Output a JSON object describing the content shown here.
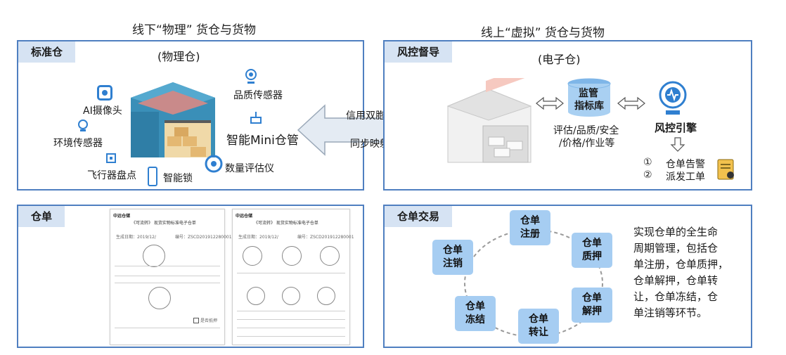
{
  "headers": {
    "offline": "线下“物理” 货仓与货物",
    "online": "线上“虚拟” 货仓与货物"
  },
  "standard_warehouse": {
    "tab": "标准仓",
    "subtitle": "(物理仓)",
    "labels": {
      "ai_camera": "AI摄像头",
      "quality_sensor": "品质传感器",
      "env_sensor": "环境传感器",
      "smart_mini": "智能Mini仓管",
      "drone": "飞行器盘点",
      "smart_lock": "智能锁",
      "quantity_meter": "数量评估仪"
    }
  },
  "bridge": {
    "top": "信用双胞胎",
    "bottom": "同步映射"
  },
  "risk_control": {
    "tab": "风控督导",
    "subtitle": "(电子仓)",
    "db_label_1": "监管",
    "db_label_2": "指标库",
    "metrics_1": "评估/品质/安全",
    "metrics_2": "/价格/作业等",
    "engine": "风控引擎",
    "alerts": [
      {
        "num": "①",
        "text": "仓单告警"
      },
      {
        "num": "②",
        "text": "派发工单"
      }
    ]
  },
  "receipt": {
    "tab": "仓单",
    "doc1": {
      "brand": "中远仓储",
      "title": "《可流转》 现货实物标准电子仓单",
      "date_label": "生成日期：2019/12/",
      "number": "编号：ZSCD201912280001",
      "checkbox": "是否抵押"
    },
    "doc2": {
      "brand": "中远仓储",
      "title": "《可流转》 现货实物标准电子仓单",
      "date_label": "生成日期：2019/12/",
      "number": "编号：ZSCD201912280001"
    }
  },
  "trade": {
    "tab": "仓单交易",
    "nodes": [
      {
        "l1": "仓单",
        "l2": "注册"
      },
      {
        "l1": "仓单",
        "l2": "质押"
      },
      {
        "l1": "仓单",
        "l2": "解押"
      },
      {
        "l1": "仓单",
        "l2": "转让"
      },
      {
        "l1": "仓单",
        "l2": "冻结"
      },
      {
        "l1": "仓单",
        "l2": "注销"
      }
    ],
    "description": [
      "实现仓单的全生命",
      "周期管理，包括仓",
      "单注册，仓单质押，",
      "仓单解押，仓单转",
      "让，仓单冻结，仓",
      "单注销等环节。"
    ]
  },
  "colors": {
    "panel_border": "#4f7fc0",
    "tab_bg": "#d6e3f3",
    "node_bg": "#a6cdf2",
    "icon_blue": "#2f7fd0"
  }
}
